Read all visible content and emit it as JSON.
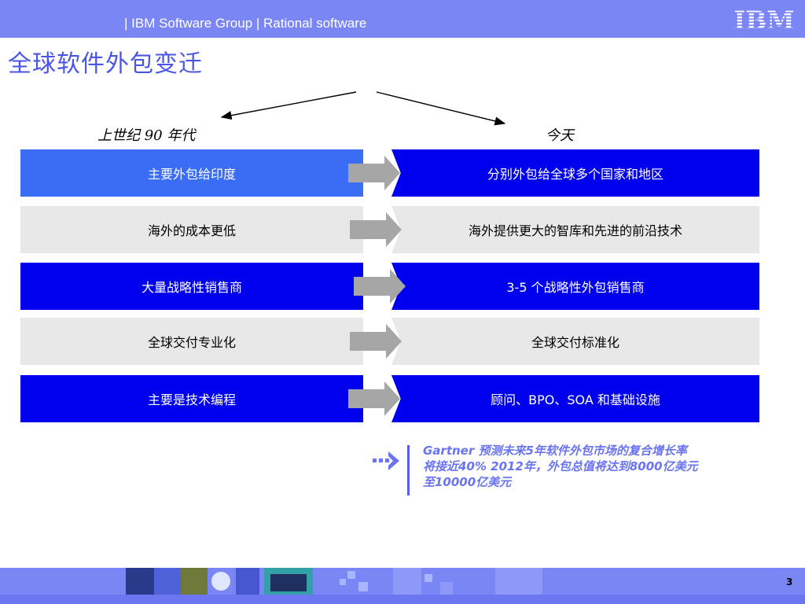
{
  "header": {
    "text": "| IBM Software Group | Rational software",
    "logo_text": "IBM"
  },
  "title": "全球软件外包变迁",
  "columns": {
    "left_label": "上世纪 90 年代",
    "right_label": "今天"
  },
  "rows": [
    {
      "left": "主要外包给印度",
      "right": "分别外包给全球多个国家和地区"
    },
    {
      "left": "海外的成本更低",
      "right": "海外提供更大的智库和先进的前沿技术"
    },
    {
      "left": "大量战略性销售商",
      "right": "3-5 个战略性外包销售商"
    },
    {
      "left": "全球交付专业化",
      "right": "全球交付标准化"
    },
    {
      "left": "主要是技术编程",
      "right": "顾问、BPO、SOA 和基础设施"
    }
  ],
  "note": {
    "line1": "Gartner 预测未来5年软件外包市场的复合增长率",
    "line2": "将接近40%  2012年，外包总值将达到8000亿美元",
    "line3": "至10000亿美元"
  },
  "footer": {
    "page_number": "3"
  },
  "colors": {
    "header_bg": "#7b86f5",
    "title": "#4a55e6",
    "blue_box": "#0000ee",
    "light_blue_box": "#3a6cf6",
    "gray_box": "#e8e8e8",
    "note": "#6a74f0"
  }
}
